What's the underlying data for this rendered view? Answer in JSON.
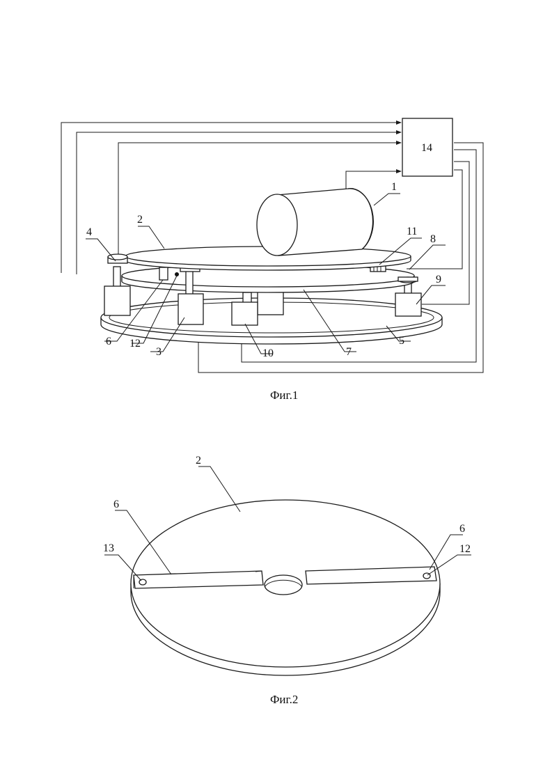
{
  "figure1": {
    "caption": "Фиг.1",
    "labels": {
      "l1": "1",
      "l2": "2",
      "l3": "3",
      "l4": "4",
      "l5": "5",
      "l6": "6",
      "l7": "7",
      "l8": "8",
      "l9": "9",
      "l10": "10",
      "l11": "11",
      "l12": "12",
      "l14": "14"
    }
  },
  "figure2": {
    "caption": "Фиг.2",
    "labels": {
      "l2": "2",
      "l6a": "6",
      "l6b": "6",
      "l13": "13",
      "l12": "12"
    }
  }
}
